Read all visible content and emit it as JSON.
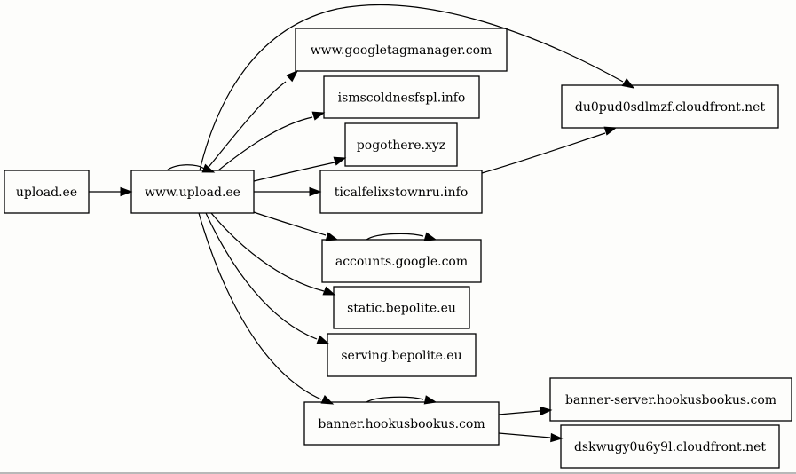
{
  "graph": {
    "nodes": [
      {
        "id": "n_upload_ee",
        "label": "upload.ee"
      },
      {
        "id": "n_www_upload",
        "label": "www.upload.ee"
      },
      {
        "id": "n_gtm",
        "label": "www.googletagmanager.com"
      },
      {
        "id": "n_isms",
        "label": "ismscoldnesfspl.info"
      },
      {
        "id": "n_pogo",
        "label": "pogothere.xyz"
      },
      {
        "id": "n_tical",
        "label": "ticalfelixstownru.info"
      },
      {
        "id": "n_accounts",
        "label": "accounts.google.com"
      },
      {
        "id": "n_static",
        "label": "static.bepolite.eu"
      },
      {
        "id": "n_serving",
        "label": "serving.bepolite.eu"
      },
      {
        "id": "n_banner",
        "label": "banner.hookusbookus.com"
      },
      {
        "id": "n_du0",
        "label": "du0pud0sdlmzf.cloudfront.net"
      },
      {
        "id": "n_bserver",
        "label": "banner-server.hookusbookus.com"
      },
      {
        "id": "n_dsk",
        "label": "dskwugy0u6y9l.cloudfront.net"
      }
    ],
    "edges": [
      {
        "from": "n_upload_ee",
        "to": "n_www_upload"
      },
      {
        "from": "n_www_upload",
        "to": "n_www_upload"
      },
      {
        "from": "n_www_upload",
        "to": "n_gtm"
      },
      {
        "from": "n_www_upload",
        "to": "n_isms"
      },
      {
        "from": "n_www_upload",
        "to": "n_pogo"
      },
      {
        "from": "n_www_upload",
        "to": "n_tical"
      },
      {
        "from": "n_www_upload",
        "to": "n_accounts"
      },
      {
        "from": "n_www_upload",
        "to": "n_static"
      },
      {
        "from": "n_www_upload",
        "to": "n_serving"
      },
      {
        "from": "n_www_upload",
        "to": "n_banner"
      },
      {
        "from": "n_www_upload",
        "to": "n_du0"
      },
      {
        "from": "n_tical",
        "to": "n_du0"
      },
      {
        "from": "n_accounts",
        "to": "n_accounts"
      },
      {
        "from": "n_banner",
        "to": "n_banner"
      },
      {
        "from": "n_banner",
        "to": "n_bserver"
      },
      {
        "from": "n_banner",
        "to": "n_dsk"
      }
    ]
  }
}
